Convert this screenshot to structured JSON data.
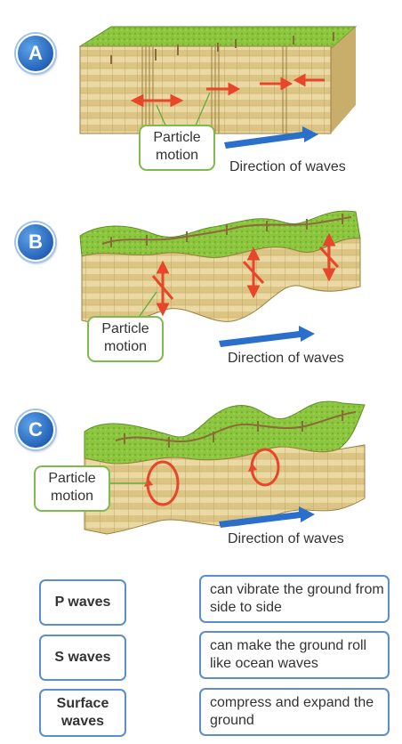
{
  "panels": [
    {
      "letter": "A",
      "particle_label": "Particle\nmotion",
      "direction_label": "Direction of waves"
    },
    {
      "letter": "B",
      "particle_label": "Particle\nmotion",
      "direction_label": "Direction of waves"
    },
    {
      "letter": "C",
      "particle_label": "Particle\nmotion",
      "direction_label": "Direction of waves"
    }
  ],
  "wave_types": [
    "P waves",
    "S waves",
    "Surface waves"
  ],
  "descriptions": [
    "can vibrate the ground from side to side",
    "can make the ground roll like ocean waves",
    "compress and expand the ground"
  ],
  "colors": {
    "badge": "#2563b8",
    "callout_border": "#7dbb4e",
    "box_border": "#5b8fc9",
    "arrow_blue": "#2a6fc9",
    "motion_red": "#e8452a",
    "grass": "#8cc63f",
    "soil": "#e8d8a0"
  }
}
